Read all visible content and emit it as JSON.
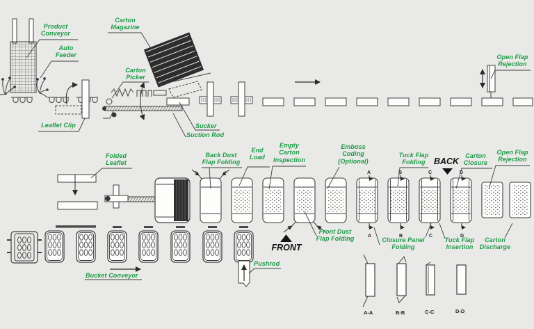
{
  "colors": {
    "bg": "#e9e9e7",
    "green": "#1d9b47",
    "ink": "#3f3f3f",
    "dark": "#2d2d2d"
  },
  "labels": {
    "product_conveyor": "Product\nConveyor",
    "auto_feeder": "Auto\nFeeder",
    "carton_magazine": "Carton\nMagazine",
    "carton_picker": "Carton\nPicker",
    "leaflet_clip": "Leaflet Clip",
    "sucker": "Sucker",
    "suction_rod": "Suction Rod",
    "open_flap_rejection_top": "Open Flap\nRejection",
    "folded_leaflet": "Folded\nLeaflet",
    "back_dust_flap_folding": "Back Dust\nFlap Folding",
    "end_load": "End\nLoad",
    "empty_carton_inspection": "Empty\nCarton\nInspection",
    "emboss_coding": "Emboss\nCoding\n(Optional)",
    "tuck_flap_folding": "Tuck Flap\nFolding",
    "back_direction": "BACK",
    "carton_closure": "Carton\nClosure",
    "open_flap_rejection_mid": "Open Flap\nRejection",
    "front_direction": "FRONT",
    "front_dust_flap_folding": "Front Dust\nFlap Folding",
    "closure_panel_folding": "Closure Panel\nFolding",
    "tuck_flap_insertion": "Tuck Flap\nInsertion",
    "carton_discharge": "Carton\nDischarge",
    "pushrod": "Pushrod",
    "bucket_conveyor": "Bucket Conveyor"
  },
  "section_markers": {
    "a": "A",
    "b": "B",
    "c": "C",
    "d": "D"
  },
  "section_views": {
    "aa": "A-A",
    "bb": "B-B",
    "cc": "C-C",
    "dd": "D-D"
  }
}
